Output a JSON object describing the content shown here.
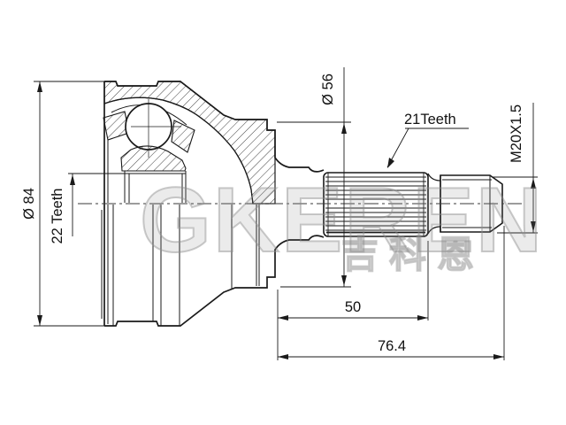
{
  "drawing": {
    "title": "cv-joint-outer-technical-drawing",
    "dimensions": {
      "outer_diameter": "Ø 84",
      "inner_spline": "22 Teeth",
      "step_diameter": "Ø 56",
      "shaft_spline": "21Teeth",
      "thread": "M20X1.5",
      "spline_length": "50",
      "total_length": "76.4"
    },
    "watermark": {
      "latin": "GKEREN",
      "cjk": "吉科恩"
    },
    "colors": {
      "line": "#1a1a1a",
      "watermark": "#8c8c8c",
      "background": "#ffffff"
    }
  }
}
